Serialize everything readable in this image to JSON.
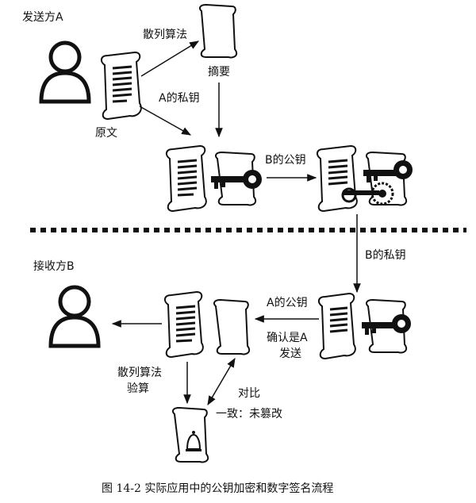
{
  "labels": {
    "sender": "发送方A",
    "hash_top": "散列算法",
    "digest": "摘要",
    "a_private_key": "A的私钥",
    "original": "原文",
    "b_public_key": "B的公钥",
    "b_private_key": "B的私钥",
    "receiver": "接收方B",
    "a_public_key": "A的公钥",
    "confirm_line1": "确认是A",
    "confirm_line2": "发送",
    "hash_bottom_line1": "散列算法",
    "hash_bottom_line2": "验算",
    "compare_line1": "对比",
    "compare_line2": "一致：未篡改"
  },
  "caption": "图 14-2   实际应用中的公钥加密和数字签名流程"
}
